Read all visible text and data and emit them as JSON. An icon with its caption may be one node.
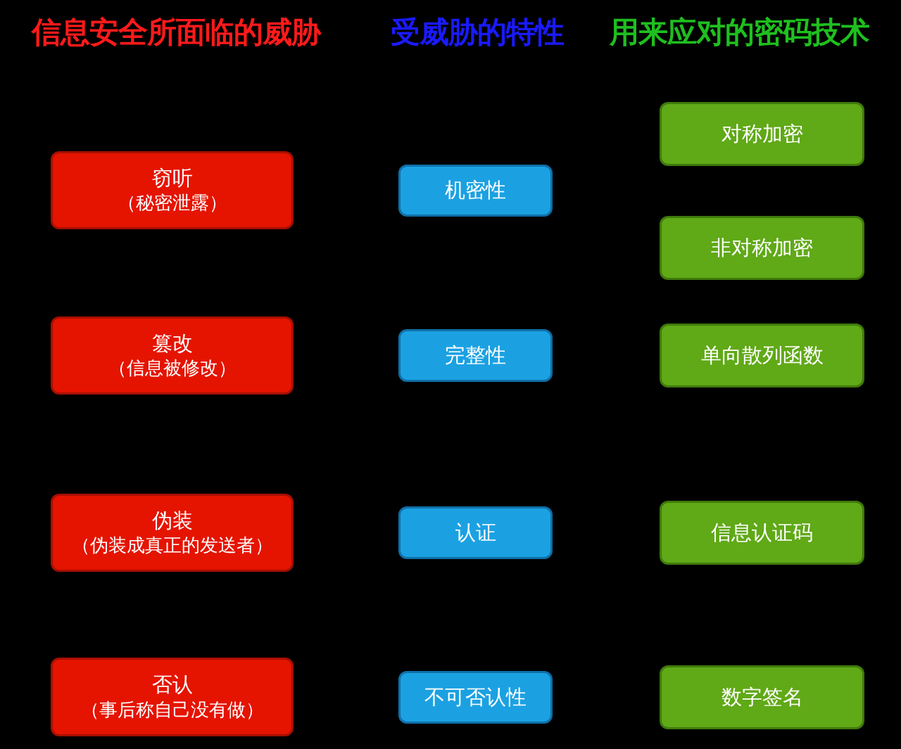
{
  "diagram": {
    "nodes": [
      {
        "text": [
          "窃听",
          "（秘密泄露）"
        ]
      },
      {
        "text": [
          "篡改",
          "（信息被修改）"
        ]
      },
      {
        "text": [
          "伪装",
          "（伪装成真正的发送者）"
        ]
      },
      {
        "text": [
          "否认",
          "（事后称自己没有做）"
        ]
      },
      {
        "text": [
          "机密性"
        ]
      },
      {
        "text": [
          "完整性"
        ]
      },
      {
        "text": [
          "认证"
        ]
      },
      {
        "text": [
          "不可否认性"
        ]
      },
      {
        "text": [
          "对称加密"
        ]
      },
      {
        "text": [
          "非对称加密"
        ]
      },
      {
        "text": [
          "单向散列函数"
        ]
      },
      {
        "text": [
          "信息认证码"
        ]
      },
      {
        "text": [
          "数字签名"
        ]
      }
    ],
    "labels": [
      "信息安全所面临的威胁",
      "受威胁的特性",
      "用来应对的密码技术"
    ]
  }
}
